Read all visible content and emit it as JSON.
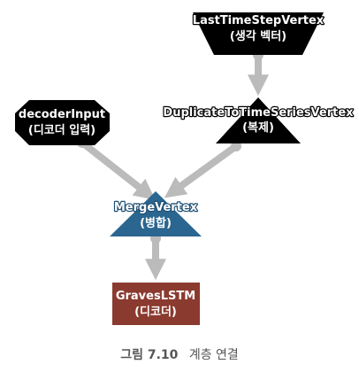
{
  "nodes": {
    "last_time_step": {
      "name": "LastTimeStepVertex",
      "sub": "(생각 벡터)"
    },
    "duplicate": {
      "name": "DuplicateToTimeSeriesVertex",
      "sub": "(복제)"
    },
    "decoder_input": {
      "name": "decoderInput",
      "sub": "(디코더 입력)"
    },
    "merge": {
      "name": "MergeVertex",
      "sub": "(병합)"
    },
    "graves": {
      "name": "GravesLSTM",
      "sub": "(디코더)"
    }
  },
  "caption": {
    "prefix": "그림 7.10",
    "text": "계층 연결"
  },
  "colors": {
    "black_shape": "#000000",
    "merge_fill": "#2b6690",
    "graves_fill": "#8b3a2f",
    "connector": "#bbbbbb"
  }
}
